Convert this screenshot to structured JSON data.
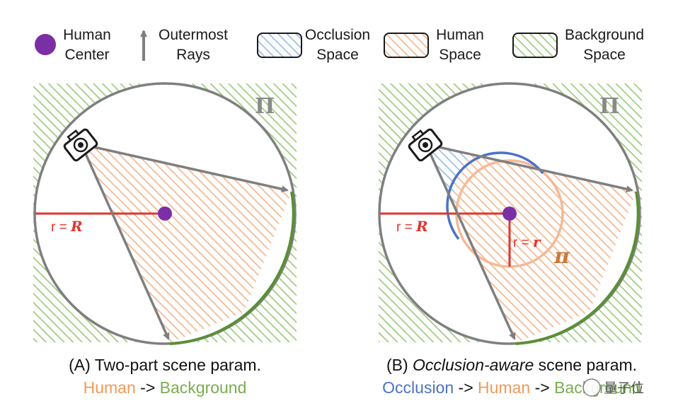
{
  "legend": {
    "human_center": [
      "Human",
      "Center"
    ],
    "outermost_rays": [
      "Outermost",
      "Rays"
    ],
    "occlusion_space": [
      "Occlusion",
      "Space"
    ],
    "human_space": [
      "Human",
      "Space"
    ],
    "background_space": [
      "Background",
      "Space"
    ]
  },
  "panel_a": {
    "scene_symbol": "Π",
    "radius_label_prefix": "r = ",
    "radius_label_var": "R",
    "caption": "(A) Two-part scene param.",
    "order": [
      "Human",
      "->",
      "Background"
    ]
  },
  "panel_b": {
    "scene_symbol": "Π",
    "human_symbol": "π",
    "radius_label_prefix": "r = ",
    "radius_label_var": "R",
    "small_radius_prefix": "r = ",
    "small_radius_var": "r",
    "caption_prefix": "(B) ",
    "caption_italic": "Occlusion-aware",
    "caption_suffix": " scene param.",
    "order": [
      "Occlusion",
      "->",
      "Human",
      "->",
      "Background"
    ]
  },
  "watermark": "量子位",
  "colors": {
    "human_center": "#7b2fa5",
    "occlusion": "#4a73c7",
    "human": "#ef9a5a",
    "background": "#79ad4f",
    "radius": "#e0342c",
    "circle": "#7f7f7f"
  }
}
